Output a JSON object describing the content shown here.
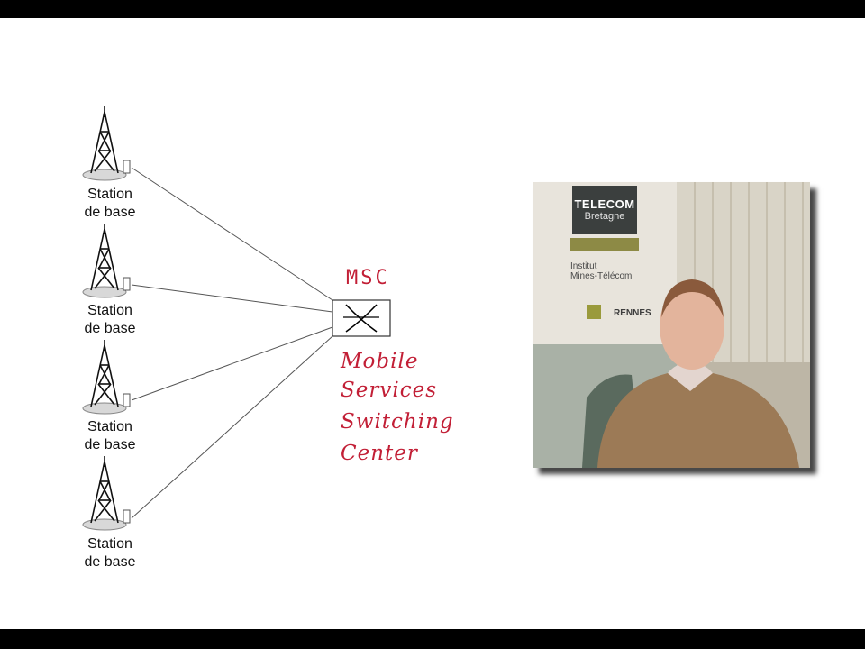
{
  "diagram": {
    "stations": [
      {
        "label_line1": "Station",
        "label_line2": "de base"
      },
      {
        "label_line1": "Station",
        "label_line2": "de base"
      },
      {
        "label_line1": "Station",
        "label_line2": "de base"
      },
      {
        "label_line1": "Station",
        "label_line2": "de base"
      }
    ],
    "switch": {
      "abbrev": "MSC",
      "full_name": [
        "Mobile",
        "Services",
        "Switching",
        "Center"
      ]
    }
  },
  "video": {
    "logo_line1": "TELECOM",
    "logo_line2": "Bretagne",
    "subtitle_line1": "Institut",
    "subtitle_line2": "Mines-Télécom",
    "city": "RENNES"
  },
  "colors": {
    "handwriting": "#c21f36",
    "lines": "#555555",
    "letterbox": "#000000"
  }
}
